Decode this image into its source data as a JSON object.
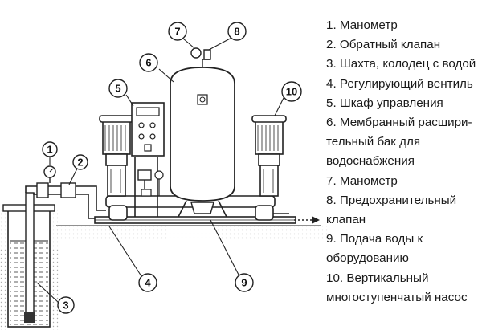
{
  "callouts": [
    "1",
    "2",
    "3",
    "4",
    "5",
    "6",
    "7",
    "8",
    "9",
    "10"
  ],
  "legend": [
    "1. Манометр",
    "2. Обратный клапан",
    "3. Шахта, колодец с водой",
    "4. Регулирующий вентиль",
    "5. Шкаф управления",
    "6. Мембранный расшири-",
    "тельный бак для",
    "водоснабжения",
    "7. Манометр",
    "8. Предохранительный",
    "клапан",
    "9. Подача воды к",
    "оборудованию",
    "10. Вертикальный",
    "многоступенчатый насос"
  ]
}
